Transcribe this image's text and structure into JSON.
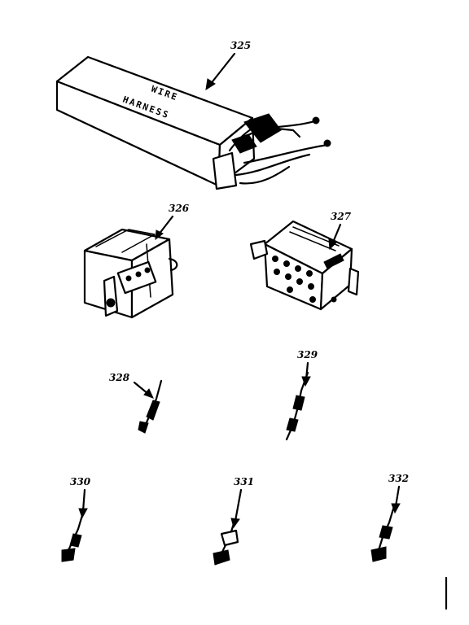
{
  "parts": [
    {
      "id": "p325",
      "callout": "325",
      "label_line1": "WIRE",
      "label_line2": "HARNESS"
    },
    {
      "id": "p326",
      "callout": "326"
    },
    {
      "id": "p327",
      "callout": "327"
    },
    {
      "id": "p328",
      "callout": "328"
    },
    {
      "id": "p329",
      "callout": "329"
    },
    {
      "id": "p330",
      "callout": "330"
    },
    {
      "id": "p331",
      "callout": "331"
    },
    {
      "id": "p332",
      "callout": "332"
    }
  ]
}
